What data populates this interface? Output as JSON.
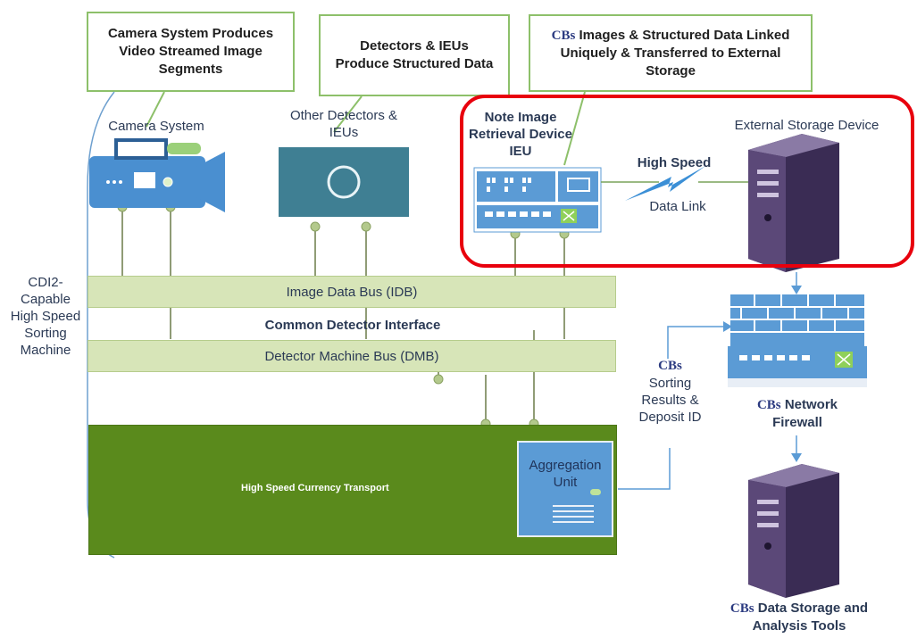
{
  "callouts": {
    "camera": "Camera System Produces Video Streamed Image Segments",
    "detectors": "Detectors & IEUs Produce Structured Data",
    "storage_prefix": "CBs",
    "storage": "Images & Structured Data Linked Uniquely & Transferred to External Storage"
  },
  "labels": {
    "camera_system": "Camera System",
    "other_detectors": "Other Detectors & IEUs",
    "note_retrieval": "Note Image Retrieval Device IEU",
    "external_storage": "External Storage Device",
    "high_speed": "High Speed",
    "data_link": "Data Link",
    "machine": "CDI2- Capable High Speed Sorting Machine",
    "common_interface": "Common Detector Interface",
    "sorting_prefix": "CBs",
    "sorting": "Sorting Results & Deposit ID",
    "firewall_prefix": "CBs",
    "firewall": "Network Firewall",
    "aggregation": "Aggregation Unit",
    "tools_prefix": "CBs",
    "tools": "Data Storage and Analysis Tools"
  },
  "buses": {
    "idb": "Image Data Bus (IDB)",
    "dmb": "Detector Machine Bus (DMB)"
  },
  "transport": "High Speed Currency Transport",
  "colors": {
    "callout_border": "#8dc06a",
    "highlight": "#e8000d",
    "bus": "#d7e5b8",
    "transport": "#5a8a1c",
    "device_blue": "#5b9bd5",
    "server": "#4a3a63"
  }
}
